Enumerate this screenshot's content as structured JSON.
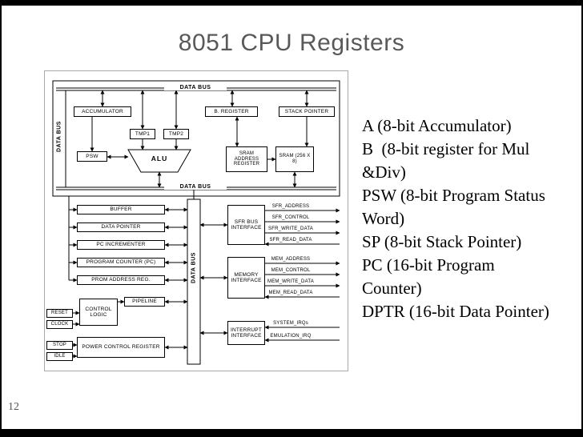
{
  "slide": {
    "title": "8051 CPU Registers",
    "page_number": "12"
  },
  "registers_text": {
    "lines": [
      "A (8-bit Accumulator)",
      "B  (8-bit register for Mul",
      "&Div)",
      "PSW (8-bit Program Status",
      "Word)",
      "SP (8-bit Stack Pointer)",
      "PC (16-bit Program",
      "Counter)",
      "DPTR (16-bit Data Pointer)"
    ]
  },
  "diagram": {
    "bus_labels": {
      "top": "DATA BUS",
      "bottom": "DATA BUS",
      "left": "DATA BUS",
      "vertical": "DATA BUS"
    },
    "blocks": {
      "accumulator": "ACCUMULATOR",
      "b_register": "B. REGISTER",
      "stack_pointer": "STACK POINTER",
      "tmp1": "TMP1",
      "tmp2": "TMP2",
      "psw": "PSW",
      "alu": "ALU",
      "sram_address_register": "SRAM ADDRESS REGISTER",
      "sram": "SRAM (256 X 8)",
      "buffer": "BUFFER",
      "data_pointer": "DATA POINTER",
      "pc_incrementer": "PC INCREMENTER",
      "program_counter": "PROGRAM COUNTER (PC)",
      "prom_address_reg": "PROM ADDRESS REG.",
      "pipeline": "PIPELINE",
      "control_logic": "CONTROL LOGIC",
      "power_control_register": "POWER CONTROL REGISTER",
      "sfr_bus_interface": "SFR BUS INTERFACE",
      "memory_interface": "MEMORY INTERFACE",
      "interrupt_interface": "INTERRUPT INTERFACE"
    },
    "left_signals": {
      "reset": "RESET",
      "clock": "CLOCK",
      "stop": "STOP",
      "idle": "IDLE"
    },
    "sfr_signals": [
      "SFR_ADDRESS",
      "SFR_CONTROL",
      "SFR_WRITE_DATA",
      "SFR_READ_DATA"
    ],
    "mem_signals": [
      "MEM_ADDRESS",
      "MEM_CONTROL",
      "MEM_WRITE_DATA",
      "MEM_READ_DATA"
    ],
    "irq_signals": [
      "SYSTEM_IRQs",
      "EMULATION_IRQ"
    ]
  },
  "colors": {
    "title": "#595959",
    "frame": "#000000",
    "diagram_border": "#aaaaaa"
  }
}
